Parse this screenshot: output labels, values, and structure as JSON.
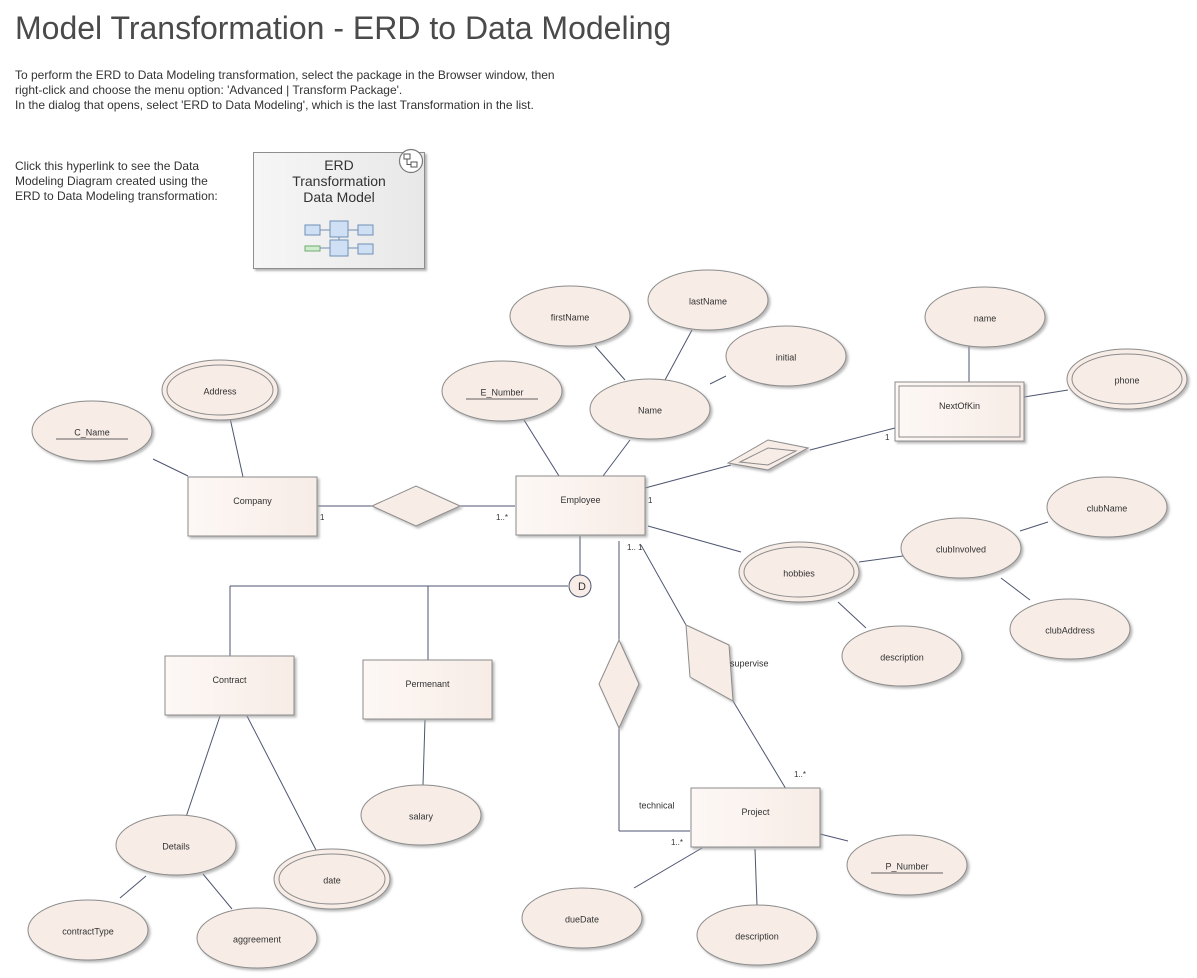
{
  "page": {
    "title": "Model Transformation - ERD to Data Modeling",
    "intro": [
      "To perform the ERD to Data Modeling transformation, select the package in the Browser window, then",
      "right-click and choose the menu option:  'Advanced | Transform Package'.",
      "In the dialog that opens, select 'ERD to Data Modeling', which is the last Transformation in the list."
    ],
    "hint": [
      "Click this hyperlink to see the Data",
      "Modeling Diagram created using the",
      "ERD to Data Modeling transformation:"
    ],
    "diagram_link": {
      "lines": [
        "ERD",
        "Transformation",
        "Data Model"
      ],
      "icon": "data-model-thumbnail-icon",
      "corner_icon": "diagram-link-icon"
    }
  },
  "colors": {
    "shape_fill": "#f7ece6",
    "shape_stroke": "#8c8c8c",
    "line": "#4e5570",
    "text": "#333333"
  },
  "erd": {
    "entities": [
      {
        "id": "company",
        "label": "Company"
      },
      {
        "id": "employee",
        "label": "Employee"
      },
      {
        "id": "nextofkin",
        "label": "NextOfKin",
        "weak": true
      },
      {
        "id": "contract",
        "label": "Contract"
      },
      {
        "id": "permanent",
        "label": "Permenant"
      },
      {
        "id": "project",
        "label": "Project"
      }
    ],
    "attributes": [
      {
        "id": "firstname",
        "label": "firstName"
      },
      {
        "id": "lastname",
        "label": "lastName"
      },
      {
        "id": "initial",
        "label": "initial"
      },
      {
        "id": "name",
        "label": "Name"
      },
      {
        "id": "e-number",
        "label": "E_Number",
        "key": true
      },
      {
        "id": "address",
        "label": "Address",
        "multivalued": true
      },
      {
        "id": "c-name",
        "label": "C_Name",
        "key": true
      },
      {
        "id": "nok-name",
        "label": "name"
      },
      {
        "id": "phone",
        "label": "phone",
        "multivalued": true
      },
      {
        "id": "clubname",
        "label": "clubName"
      },
      {
        "id": "clubinvolved",
        "label": "clubInvolved"
      },
      {
        "id": "hobbies",
        "label": "hobbies",
        "multivalued": true
      },
      {
        "id": "clubaddress",
        "label": "clubAddress"
      },
      {
        "id": "hobby-description",
        "label": "description"
      },
      {
        "id": "details",
        "label": "Details"
      },
      {
        "id": "date",
        "label": "date",
        "multivalued": true
      },
      {
        "id": "contracttype",
        "label": "contractType"
      },
      {
        "id": "agreement",
        "label": "aggreement"
      },
      {
        "id": "salary",
        "label": "salary"
      },
      {
        "id": "p-number",
        "label": "P_Number",
        "key": true
      },
      {
        "id": "duedate",
        "label": "dueDate"
      },
      {
        "id": "project-description",
        "label": "description"
      }
    ],
    "relationships": [
      {
        "id": "works-for",
        "label": ""
      },
      {
        "id": "next-of-kin",
        "label": "",
        "identifying": true
      },
      {
        "id": "technical",
        "label": "technical"
      },
      {
        "id": "supervise",
        "label": "supervise"
      }
    ],
    "specialization": {
      "symbol": "D"
    },
    "multiplicities": [
      {
        "id": "company-works",
        "label": "1"
      },
      {
        "id": "employee-works",
        "label": "1..*"
      },
      {
        "id": "employee-nok",
        "label": "1"
      },
      {
        "id": "nok-employee",
        "label": "1"
      },
      {
        "id": "employee-project",
        "label": "1.. 1"
      },
      {
        "id": "project-supervise",
        "label": "1..*"
      },
      {
        "id": "project-technical",
        "label": "1..*"
      }
    ]
  }
}
